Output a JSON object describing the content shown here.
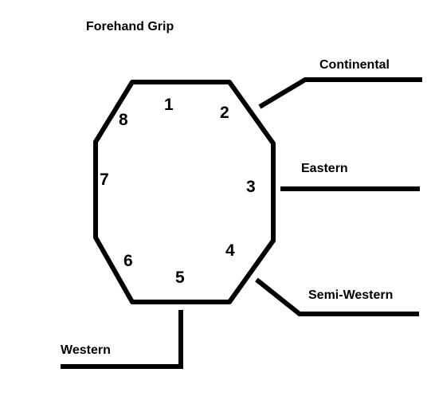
{
  "title": "Forehand Grip",
  "bevels": [
    "1",
    "2",
    "3",
    "4",
    "5",
    "6",
    "7",
    "8"
  ],
  "grips": [
    {
      "name": "Continental",
      "bevel": "2"
    },
    {
      "name": "Eastern",
      "bevel": "3"
    },
    {
      "name": "Semi-Western",
      "bevel": "4"
    },
    {
      "name": "Western",
      "bevel": "5"
    }
  ],
  "colors": {
    "ink": "#000000",
    "background": "#ffffff"
  }
}
